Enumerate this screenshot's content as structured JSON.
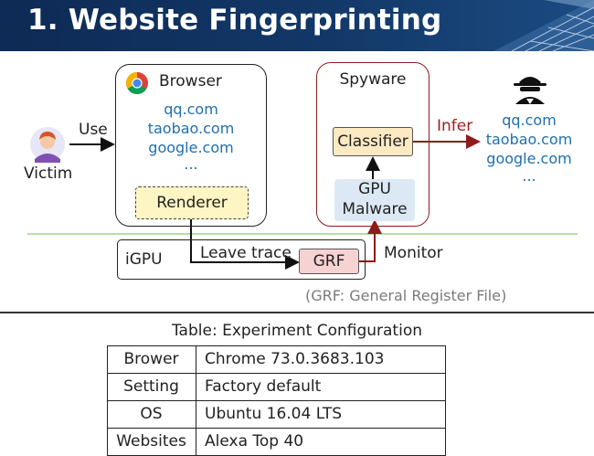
{
  "header": {
    "title": "1. Website Fingerprinting"
  },
  "diagram": {
    "victim_label": "Victim",
    "use_label": "Use",
    "browser_label": "Browser",
    "browser_sites": [
      "qq.com",
      "taobao.com",
      "google.com",
      "..."
    ],
    "renderer_label": "Renderer",
    "spyware_label": "Spyware",
    "classifier_label": "Classifier",
    "gpu_malware_line1": "GPU",
    "gpu_malware_line2": "Malware",
    "infer_label": "Infer",
    "inferred_sites": [
      "qq.com",
      "taobao.com",
      "google.com",
      "..."
    ],
    "igpu_label": "iGPU",
    "leave_trace_label": "Leave trace",
    "grf_label": "GRF",
    "monitor_label": "Monitor",
    "footnote": "(GRF: General Register File)"
  },
  "table": {
    "caption": "Table: Experiment Configuration",
    "rows": [
      {
        "key": "Brower",
        "value": "Chrome 73.0.3683.103"
      },
      {
        "key": "Setting",
        "value": "Factory default"
      },
      {
        "key": "OS",
        "value": "Ubuntu 16.04 LTS"
      },
      {
        "key": "Websites",
        "value": "Alexa Top 40"
      }
    ]
  },
  "colors": {
    "site_blue": "#1f6fb0",
    "infer_red": "#a01e1e",
    "classifier_fill": "#fde9c2",
    "gpu_malware_fill": "#dce9f5",
    "grf_fill": "#f7d2d2",
    "divider_green": "#a6cf8e"
  }
}
